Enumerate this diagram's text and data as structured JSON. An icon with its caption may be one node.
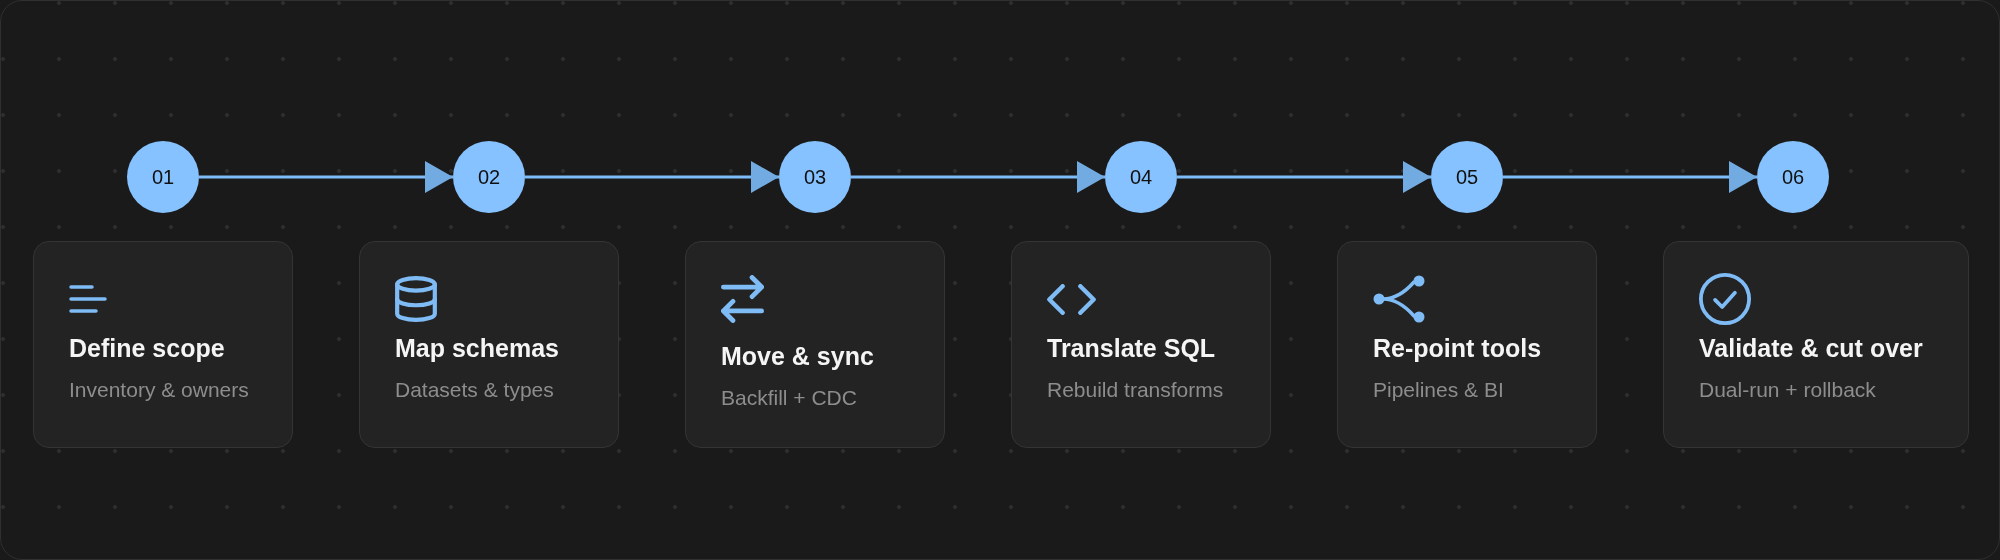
{
  "diagram": {
    "nodes": [
      {
        "text": [
          "01"
        ]
      },
      {
        "text": [
          "02"
        ]
      },
      {
        "text": [
          "03"
        ]
      },
      {
        "text": [
          "04"
        ]
      },
      {
        "text": [
          "05"
        ]
      },
      {
        "text": [
          "06"
        ]
      },
      {
        "text": [
          "Define scope",
          "Inventory & owners"
        ]
      },
      {
        "text": [
          "Map schemas",
          "Datasets & types"
        ]
      },
      {
        "text": [
          "Move & sync",
          "Backfill + CDC"
        ]
      },
      {
        "text": [
          "Translate SQL",
          "Rebuild transforms"
        ]
      },
      {
        "text": [
          "Re-point tools",
          "Pipelines & BI"
        ]
      },
      {
        "text": [
          "Validate & cut over",
          "Dual-run + rollback"
        ]
      }
    ],
    "edges": [
      {
        "from": 0,
        "to": 1,
        "arrow": "to"
      },
      {
        "from": 1,
        "to": 2,
        "arrow": "to"
      },
      {
        "from": 2,
        "to": 3,
        "arrow": "to"
      },
      {
        "from": 3,
        "to": 4,
        "arrow": "to"
      },
      {
        "from": 4,
        "to": 5,
        "arrow": "to"
      }
    ]
  }
}
